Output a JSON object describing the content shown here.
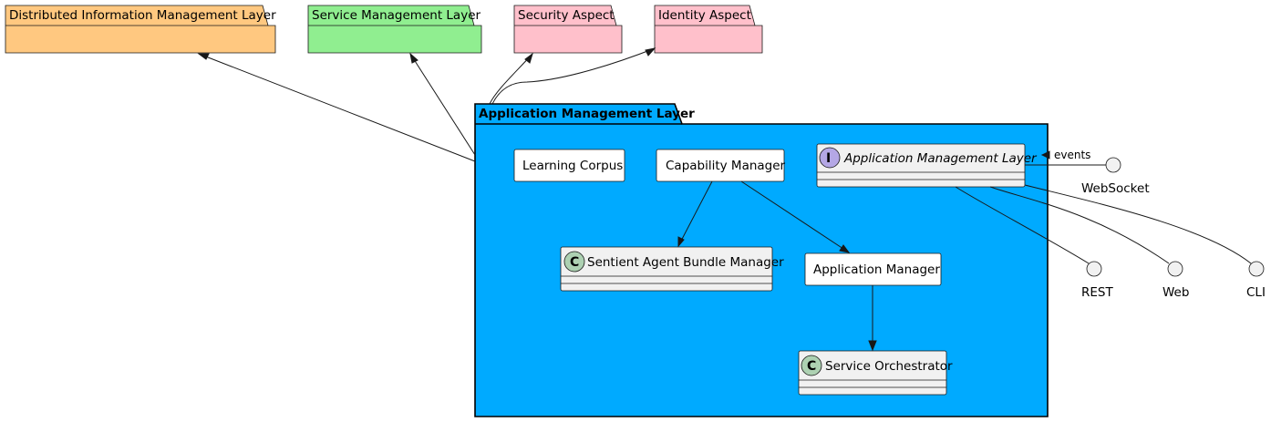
{
  "packages": {
    "dist_info": {
      "title": "Distributed Information Management Layer",
      "color": "#FFC880"
    },
    "service_mgmt": {
      "title": "Service Management Layer",
      "color": "#90EE90"
    },
    "security": {
      "title": "Security Aspect",
      "color": "#FFC0CB"
    },
    "identity": {
      "title": "Identity Aspect",
      "color": "#FFC0CB"
    },
    "app_mgmt": {
      "title": "Application Management Layer",
      "color": "#00AAFF"
    }
  },
  "components": {
    "learning_corpus": "Learning Corpus",
    "capability_manager": "Capability Manager",
    "application_manager": "Application Manager"
  },
  "classes": {
    "app_mgmt_interface": {
      "stereotype": "I",
      "name": "Application Management Layer"
    },
    "sentient_agent": {
      "stereotype": "C",
      "name": "Sentient Agent Bundle Manager"
    },
    "service_orchestrator": {
      "stereotype": "C",
      "name": "Service Orchestrator"
    }
  },
  "interfaces": {
    "websocket": "WebSocket",
    "rest": "REST",
    "web": "Web",
    "cli": "CLI"
  },
  "edge_labels": {
    "events": "events"
  },
  "colors": {
    "class_fill": "#F1F1F1",
    "interface_circle": "#B4A7E5",
    "class_circle": "#ADD1B2",
    "line": "#181818"
  }
}
